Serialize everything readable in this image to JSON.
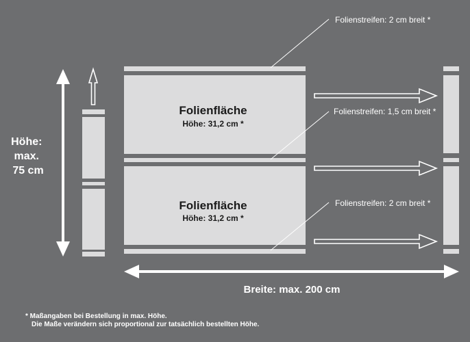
{
  "colors": {
    "background": "#6d6e70",
    "panel": "#dcdcdd",
    "text_dark": "#1a1a1a",
    "text_light": "#ffffff"
  },
  "height_label": [
    "Höhe:",
    "max.",
    "75 cm"
  ],
  "width_label": "Breite: max. 200 cm",
  "panels": [
    {
      "title": "Folienfläche",
      "subtitle": "Höhe: 31,2 cm *"
    },
    {
      "title": "Folienfläche",
      "subtitle": "Höhe: 31,2 cm *"
    }
  ],
  "callouts": [
    "Folienstreifen: 2 cm breit *",
    "Folienstreifen: 1,5 cm breit *",
    "Folienstreifen: 2 cm breit *"
  ],
  "footnote": [
    "* Maßangaben bei Bestellung in max. Höhe.",
    "Die Maße verändern sich proportional zur tatsächlich bestellten Höhe."
  ]
}
